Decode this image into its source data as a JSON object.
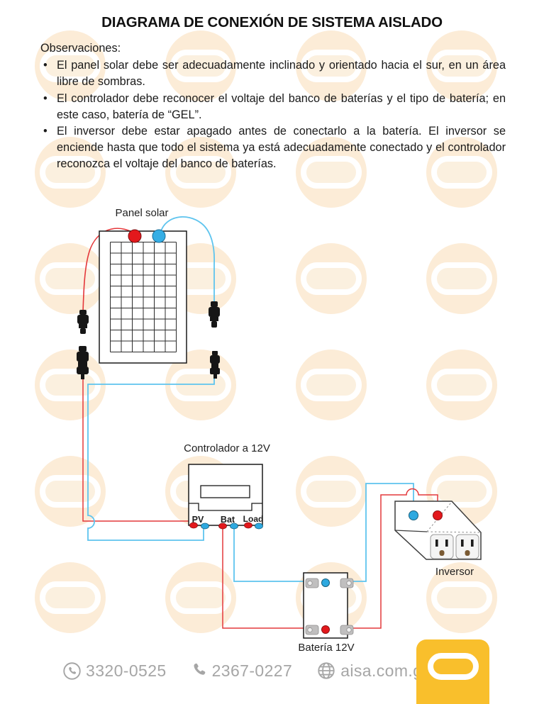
{
  "page": {
    "title": "DIAGRAMA DE CONEXIÓN DE SISTEMA AISLADO"
  },
  "observations": {
    "heading": "Observaciones:",
    "items": [
      "El panel solar debe ser adecuadamente inclinado y orientado hacia el sur, en un área libre de sombras.",
      "El controlador debe reconocer el voltaje del banco de baterías y el tipo de batería; en este caso, batería de “GEL”.",
      "El inversor debe estar apagado antes de conectarlo a la batería. El inversor se enciende hasta que todo el sistema ya está adecuadamente conectado y el controlador reconozca el voltaje del banco de baterías."
    ]
  },
  "diagram": {
    "panel_label": "Panel solar",
    "controller_label": "Controlador a 12V",
    "controller_terminals": [
      "PV",
      "Bat",
      "Load"
    ],
    "battery_label": "Batería 12V",
    "inverter_label": "Inversor"
  },
  "footer": {
    "whatsapp_number": "3320-0525",
    "phone_number": "2367-0227",
    "website": "aisa.com.gt"
  },
  "colors": {
    "wire_positive_red": "#e4383b",
    "wire_negative_blue": "#5ec4ee",
    "terminal_red": "#e3181c",
    "terminal_blue": "#2ea9e0",
    "watermark_cream": "#fcecd7",
    "logo_orange": "#f9bf2c",
    "footer_gray": "#a6a6a6"
  }
}
